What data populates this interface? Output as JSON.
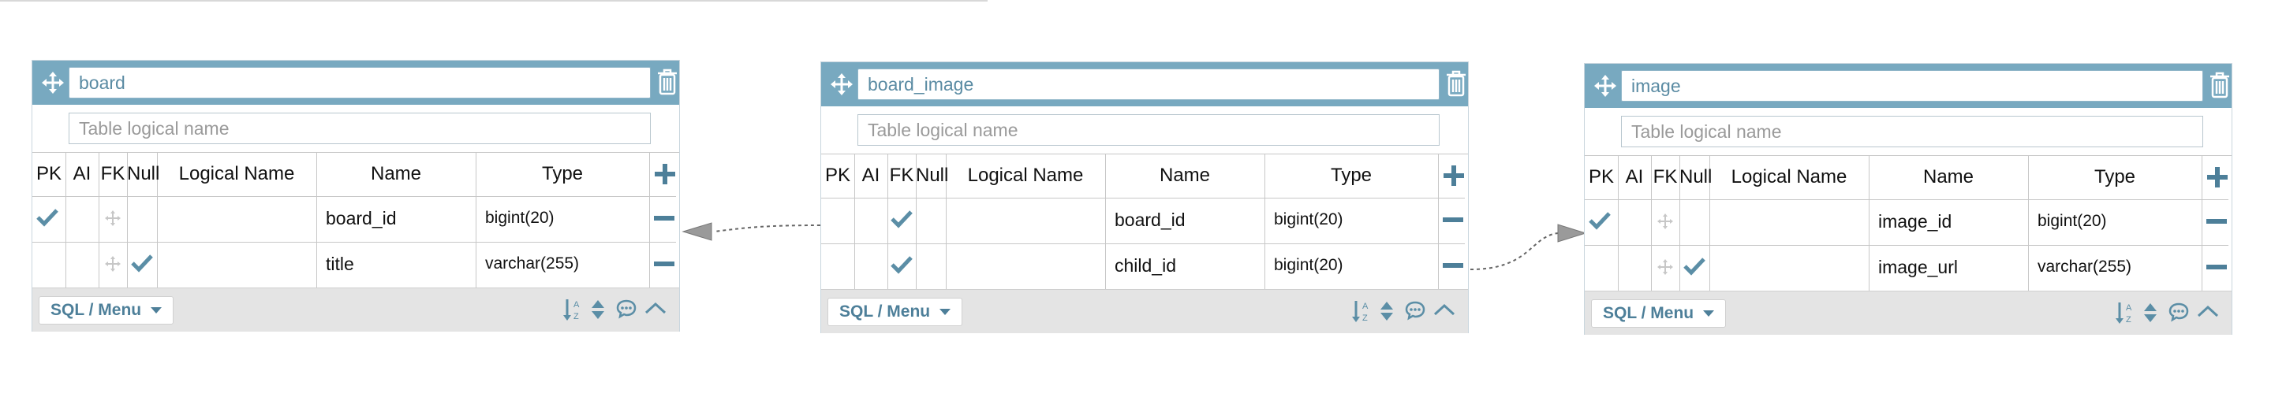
{
  "tables": [
    {
      "name": "board",
      "logical_placeholder": "Table logical name",
      "columns": [
        {
          "pk": true,
          "ai": false,
          "fk": false,
          "nn": false,
          "logical": "",
          "name": "board_id",
          "type": "bigint(20)"
        },
        {
          "pk": false,
          "ai": false,
          "fk": false,
          "nn": true,
          "logical": "",
          "name": "title",
          "type": "varchar(255)"
        }
      ]
    },
    {
      "name": "board_image",
      "logical_placeholder": "Table logical name",
      "columns": [
        {
          "pk": false,
          "ai": false,
          "fk": true,
          "nn": false,
          "logical": "",
          "name": "board_id",
          "type": "bigint(20)"
        },
        {
          "pk": false,
          "ai": false,
          "fk": true,
          "nn": false,
          "logical": "",
          "name": "child_id",
          "type": "bigint(20)"
        }
      ]
    },
    {
      "name": "image",
      "logical_placeholder": "Table logical name",
      "columns": [
        {
          "pk": true,
          "ai": false,
          "fk": false,
          "nn": false,
          "logical": "",
          "name": "image_id",
          "type": "bigint(20)"
        },
        {
          "pk": false,
          "ai": false,
          "fk": false,
          "nn": true,
          "logical": "",
          "name": "image_url",
          "type": "varchar(255)"
        }
      ]
    }
  ],
  "headers": {
    "pk": "PK",
    "ai": "AI",
    "fk": "FK",
    "nn": "Null",
    "logical": "Logical Name",
    "name": "Name",
    "type": "Type"
  },
  "footer": {
    "sql_menu": "SQL / Menu"
  },
  "relations": [
    {
      "from": "board_image.board_id",
      "to": "board.board_id"
    },
    {
      "from": "board_image.child_id",
      "to": "image.image_id"
    }
  ],
  "colors": {
    "header": "#78a9c0",
    "check": "#5b8ea6",
    "accent": "#4d7f99"
  }
}
